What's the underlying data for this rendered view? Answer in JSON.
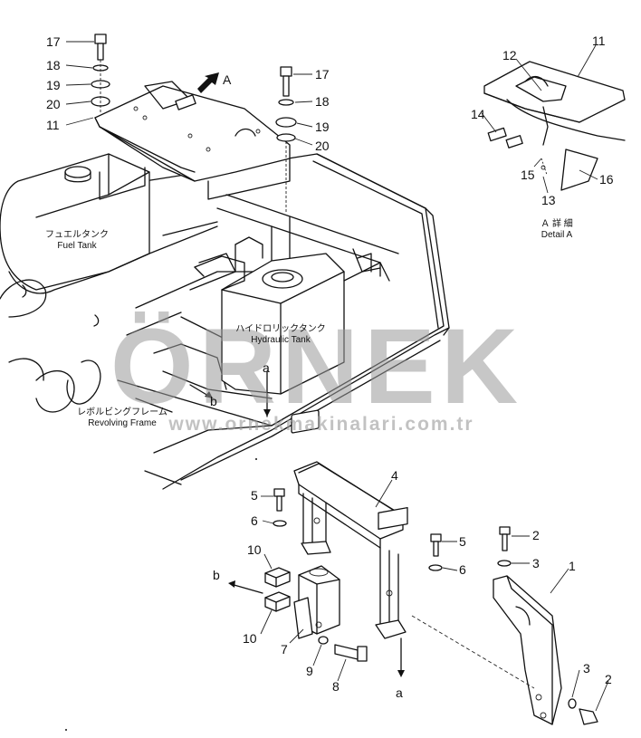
{
  "watermark": {
    "logo_text": "ÖRNEK",
    "url": "www.ornekmakinalari.com.tr"
  },
  "view_labels": {
    "detail_arrow": "A",
    "ref_a": "a",
    "ref_b": "b"
  },
  "detail": {
    "title_jp": "Ａ 詳 細",
    "title_en": "Detail A"
  },
  "annotations": {
    "fuel_tank_jp": "フュエルタンク",
    "fuel_tank_en": "Fuel Tank",
    "hydraulic_tank_jp": "ハイドロリックタンク",
    "hydraulic_tank_en": "Hydraulic Tank",
    "revolving_frame_jp": "レボルビングフレーム",
    "revolving_frame_en": "Revolving Frame"
  },
  "callouts": [
    {
      "id": "c17a",
      "label": "17"
    },
    {
      "id": "c18a",
      "label": "18"
    },
    {
      "id": "c19a",
      "label": "19"
    },
    {
      "id": "c20a",
      "label": "20"
    },
    {
      "id": "c11a",
      "label": "11"
    },
    {
      "id": "c17b",
      "label": "17"
    },
    {
      "id": "c18b",
      "label": "18"
    },
    {
      "id": "c19b",
      "label": "19"
    },
    {
      "id": "c20b",
      "label": "20"
    },
    {
      "id": "c12",
      "label": "12"
    },
    {
      "id": "c11b",
      "label": "11"
    },
    {
      "id": "c14",
      "label": "14"
    },
    {
      "id": "c15",
      "label": "15"
    },
    {
      "id": "c16",
      "label": "16"
    },
    {
      "id": "c13",
      "label": "13"
    },
    {
      "id": "c4",
      "label": "4"
    },
    {
      "id": "c5a",
      "label": "5"
    },
    {
      "id": "c6a",
      "label": "6"
    },
    {
      "id": "c5b",
      "label": "5"
    },
    {
      "id": "c6b",
      "label": "6"
    },
    {
      "id": "c2a",
      "label": "2"
    },
    {
      "id": "c3a",
      "label": "3"
    },
    {
      "id": "c1",
      "label": "1"
    },
    {
      "id": "c10a",
      "label": "10"
    },
    {
      "id": "c10b",
      "label": "10"
    },
    {
      "id": "c7",
      "label": "7"
    },
    {
      "id": "c9",
      "label": "9"
    },
    {
      "id": "c8",
      "label": "8"
    },
    {
      "id": "c3b",
      "label": "3"
    },
    {
      "id": "c2b",
      "label": "2"
    }
  ]
}
